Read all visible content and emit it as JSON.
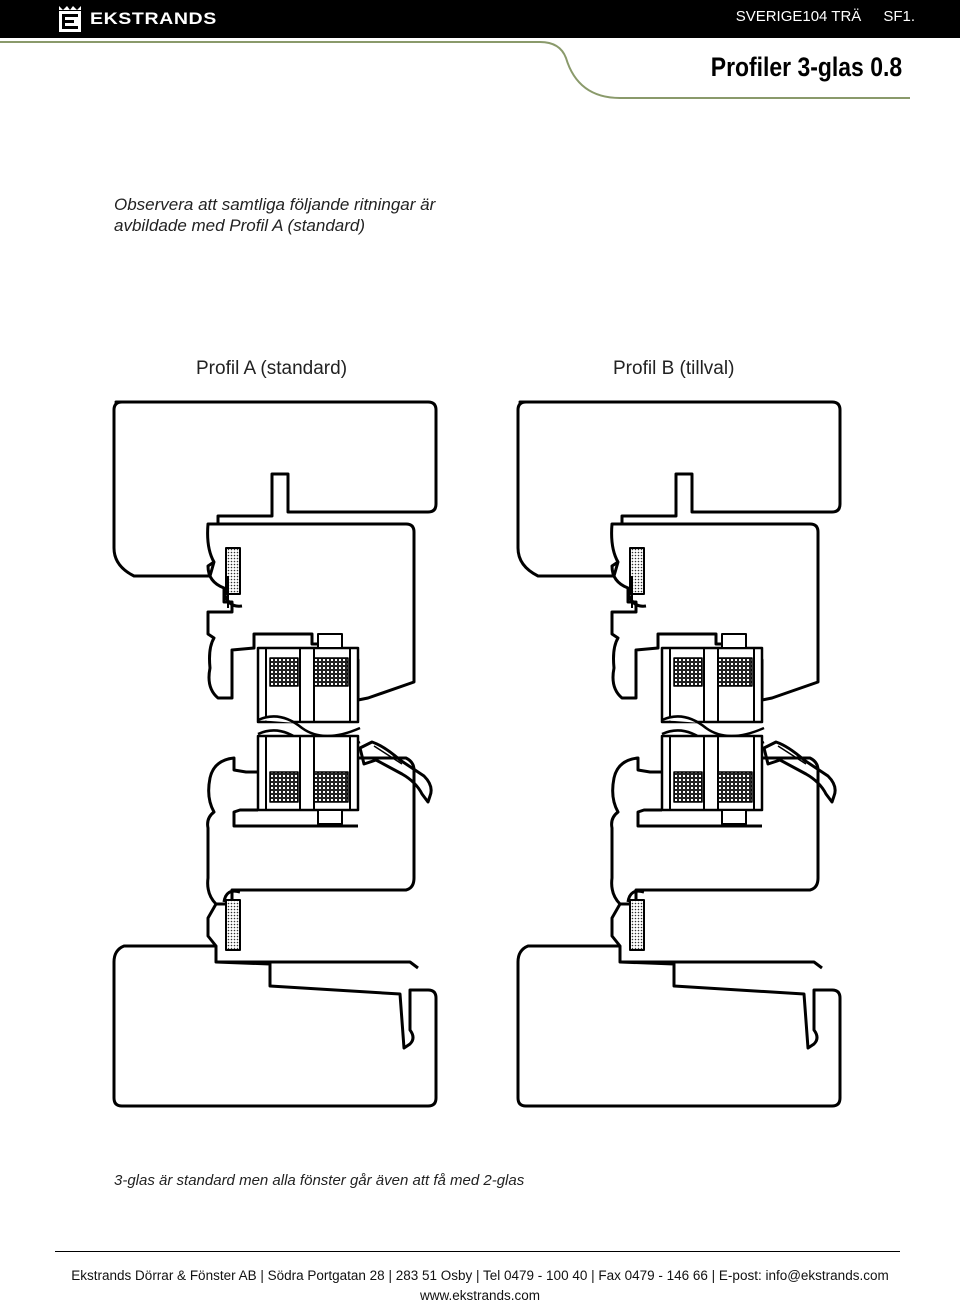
{
  "header": {
    "brand": "EKSTRANDS",
    "code": "SVERIGE104 TRÄ",
    "sheet": "SF1.",
    "title": "Profiler 3-glas 0.8"
  },
  "notice": {
    "line1": "Observera att samtliga följande ritningar är",
    "line2": "avbildade med Profil A (standard)"
  },
  "profiles": [
    {
      "label": "Profil A (standard)"
    },
    {
      "label": "Profil B (tillval)"
    }
  ],
  "bottom_note": "3-glas är standard men alla fönster går även att få med 2-glas",
  "footer": {
    "info": "Ekstrands Dörrar & Fönster AB | Södra Portgatan 28 | 283 51 Osby | Tel 0479 - 100 40 | Fax 0479 - 146 66 | E-post: info@ekstrands.com",
    "web": "www.ekstrands.com"
  },
  "colors": {
    "header_bg": "#000000",
    "header_text": "#ffffff",
    "accent_line": "#8a9a6b"
  }
}
